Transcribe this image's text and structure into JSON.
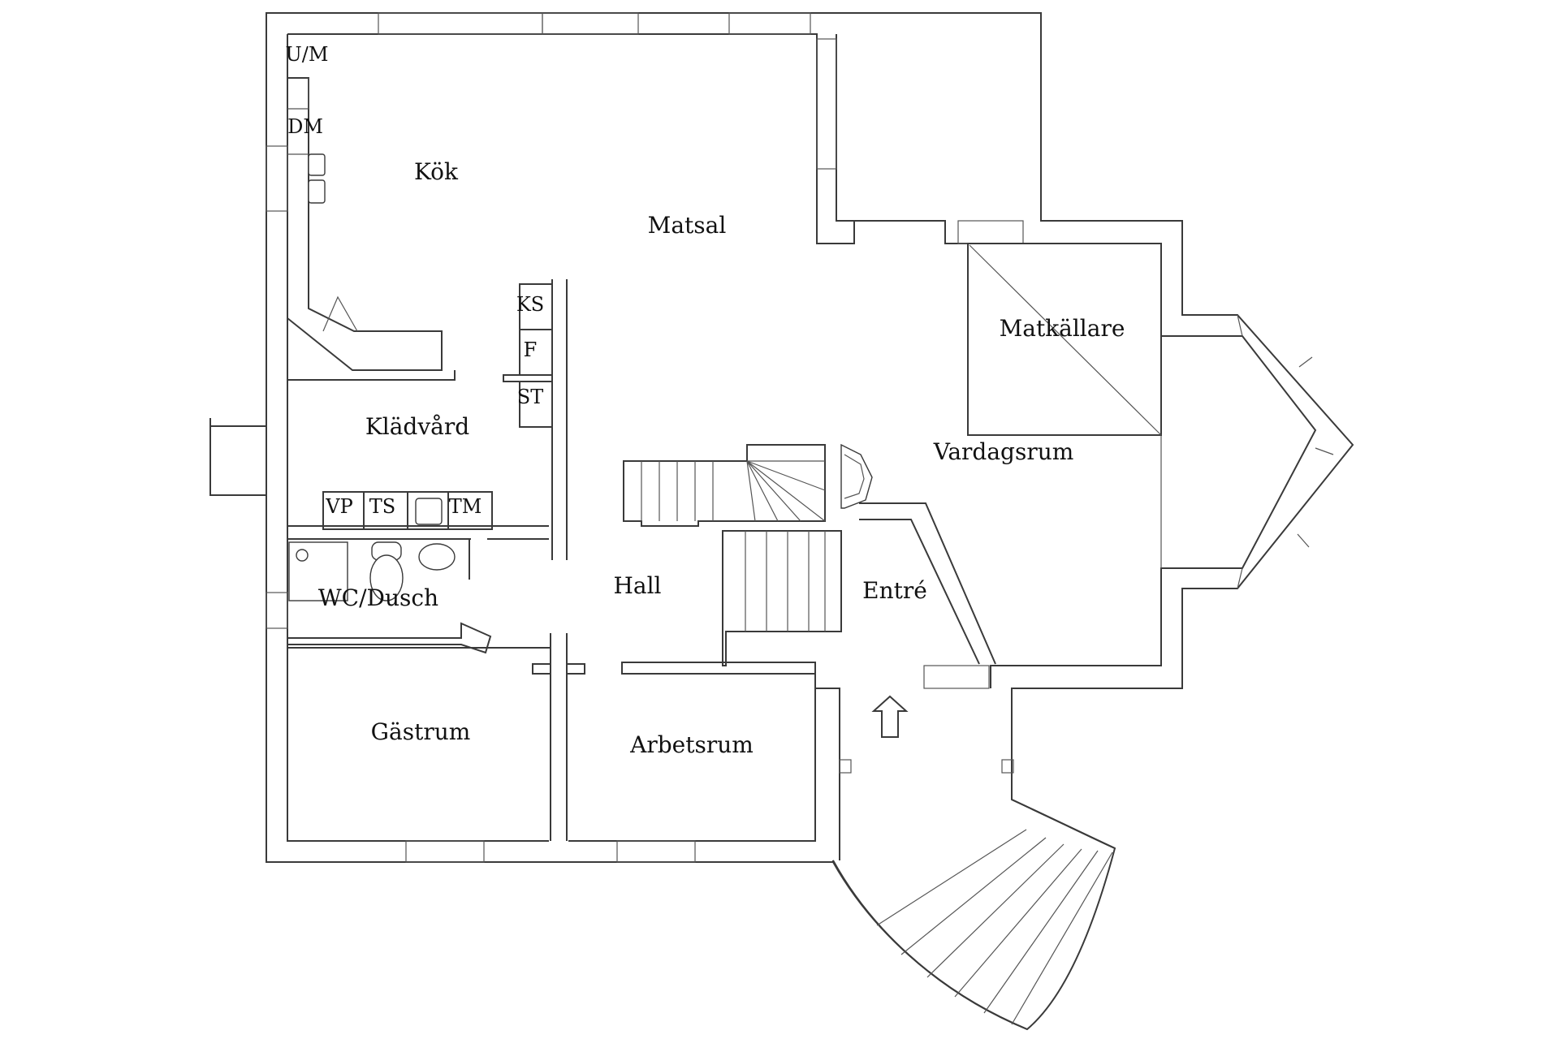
{
  "floorplan": {
    "rooms": {
      "kok": "Kök",
      "matsal": "Matsal",
      "matkallare": "Matkällare",
      "vardagsrum": "Vardagsrum",
      "kladvard": "Klädvård",
      "hall": "Hall",
      "entre": "Entré",
      "wc_dusch": "WC/Dusch",
      "gastrum": "Gästrum",
      "arbetsrum": "Arbetsrum"
    },
    "appliances": {
      "um": "U/M",
      "dm": "DM",
      "ks": "KS",
      "f": "F",
      "st": "ST",
      "vp": "VP",
      "ts": "TS",
      "tm": "TM"
    }
  }
}
